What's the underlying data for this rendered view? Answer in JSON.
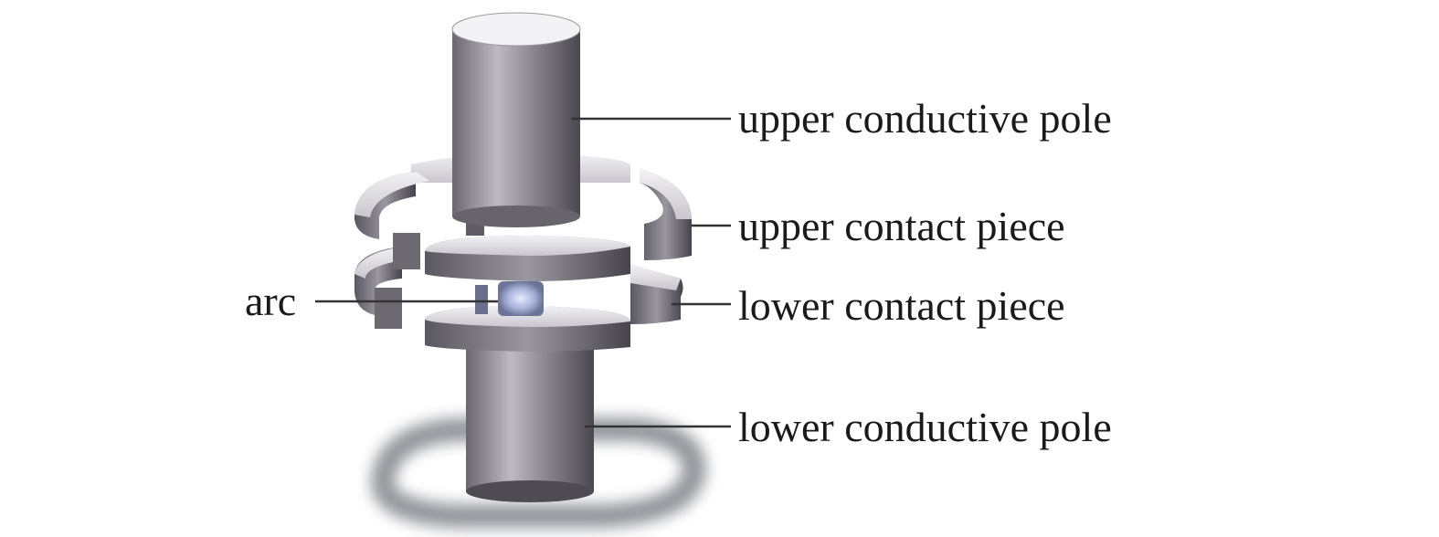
{
  "labels": {
    "upper_pole": "upper conductive pole",
    "upper_contact": "upper contact piece",
    "arc": "arc",
    "lower_contact": "lower contact piece",
    "lower_pole": "lower conductive pole"
  },
  "colors": {
    "metal_dark": "#4e4b52",
    "metal_mid": "#8d8a92",
    "metal_light": "#d9d7dc",
    "arc_glow": "#b9c3e6",
    "shadow": "#6f7279",
    "text": "#1a1a1a"
  }
}
